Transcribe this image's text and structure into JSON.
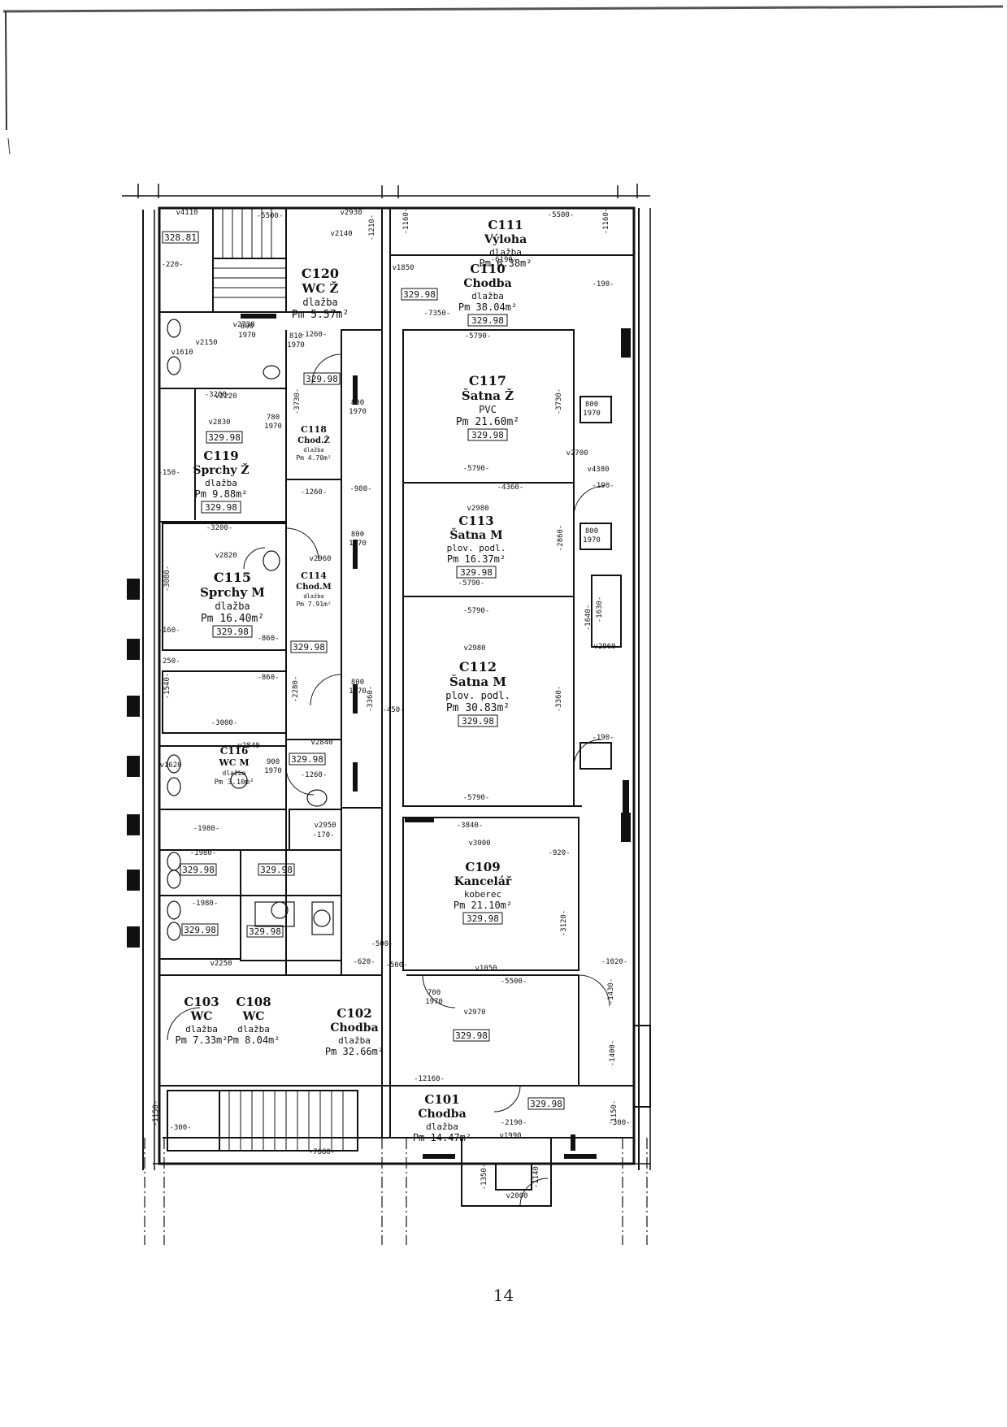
{
  "floor_plan": {
    "rooms": [
      {
        "id": "C111",
        "name": "Výloha",
        "material": "dlažba",
        "area": "Pm 6.38m²"
      },
      {
        "id": "C110",
        "name": "Chodba",
        "material": "dlažba",
        "area": "Pm 38.04m²",
        "level": "329.98"
      },
      {
        "id": "C120",
        "name": "WC Ž",
        "material": "dlažba",
        "area": "Pm 5.57m²"
      },
      {
        "id": "C117",
        "name": "Šatna Ž",
        "material": "PVC",
        "area": "Pm 21.60m²",
        "level": "329.98"
      },
      {
        "id": "C118",
        "name": "Chod.Ž",
        "material": "dlažba",
        "area": "Pm 4.70m²"
      },
      {
        "id": "C119",
        "name": "Sprchy Ž",
        "material": "dlažba",
        "area": "Pm 9.88m²",
        "level": "329.98"
      },
      {
        "id": "C113",
        "name": "Šatna M",
        "material": "plov. podl.",
        "area": "Pm 16.37m²",
        "level": "329.98"
      },
      {
        "id": "C115",
        "name": "Sprchy M",
        "material": "dlažba",
        "area": "Pm 16.40m²",
        "level": "329.98"
      },
      {
        "id": "C114",
        "name": "Chod.M",
        "material": "dlažba",
        "area": "Pm 7.91m²"
      },
      {
        "id": "C112",
        "name": "Šatna M",
        "material": "plov. podl.",
        "area": "Pm 30.83m²",
        "level": "329.98"
      },
      {
        "id": "C116",
        "name": "WC M",
        "material": "dlažba",
        "area": "Pm 3.10m²"
      },
      {
        "id": "C109",
        "name": "Kancelář",
        "material": "koberec",
        "area": "Pm 21.10m²",
        "level": "329.98"
      },
      {
        "id": "C103",
        "name": "WC",
        "material": "dlažba",
        "area": "Pm 7.33m²"
      },
      {
        "id": "C108",
        "name": "WC",
        "material": "dlažba",
        "area": "Pm 8.04m²"
      },
      {
        "id": "C102",
        "name": "Chodba",
        "material": "dlažba",
        "area": "Pm 32.66m²"
      },
      {
        "id": "C101",
        "name": "Chodba",
        "material": "dlažba",
        "area": "Pm 14.47m²"
      }
    ],
    "level_tags": [
      "328.81",
      "329.98",
      "329.98",
      "329.98",
      "329.98",
      "329.98",
      "329.98",
      "329.98",
      "329.98",
      "329.98",
      "329.98",
      "329.98"
    ],
    "dimensions": [
      "-5500-",
      "-5500-",
      "-6190-",
      "-7350-",
      "-5790-",
      "-5790-",
      "-4360-",
      "-5790-",
      "-5790-",
      "-5790-",
      "-3840-",
      "-5500-",
      "-12160-",
      "-7680-",
      "-3200-",
      "-3200-",
      "-3000-",
      "-2190-",
      "-1260-",
      "-1260-",
      "-1260-",
      "-1980-",
      "-1980-",
      "-1980-",
      "-980-",
      "-860-",
      "-860-",
      "-920-",
      "-300-",
      "-300-",
      "-190-",
      "-190-",
      "-190-",
      "-150-",
      "-160-",
      "-250-",
      "-220-",
      "-170-",
      "-450-",
      "-500-",
      "-500-",
      "-620-",
      "-1020-",
      "-3730-",
      "-3730-",
      "-3360-",
      "-3360-",
      "-3120-",
      "-2860-",
      "-1160-",
      "-1160-",
      "-1210-",
      "-1150-",
      "-1150-",
      "-1350-",
      "-1140-",
      "-1400-",
      "-1430-",
      "-1540-",
      "-3080-",
      "-1630-",
      "-1640-",
      "-2280-"
    ],
    "door_sizes": [
      "800 / 1970",
      "800 / 1970",
      "800 / 1970",
      "800 / 1970",
      "800 / 1970",
      "780 / 1970",
      "600 / 1970",
      "900 / 1970",
      "810 / 1970",
      "700 / 1970"
    ],
    "heights": [
      "v4110",
      "v2930",
      "v2140",
      "v1850",
      "v2150",
      "v1610",
      "v2220",
      "v2830",
      "v2980",
      "v2980",
      "v2960",
      "v2820",
      "v2840",
      "v2840",
      "v1620",
      "v2950",
      "v3000",
      "v2970",
      "v1050",
      "v2960",
      "v1990",
      "v2000",
      "v2250",
      "v4380",
      "v2730",
      "v2700"
    ],
    "page_number": "14"
  }
}
